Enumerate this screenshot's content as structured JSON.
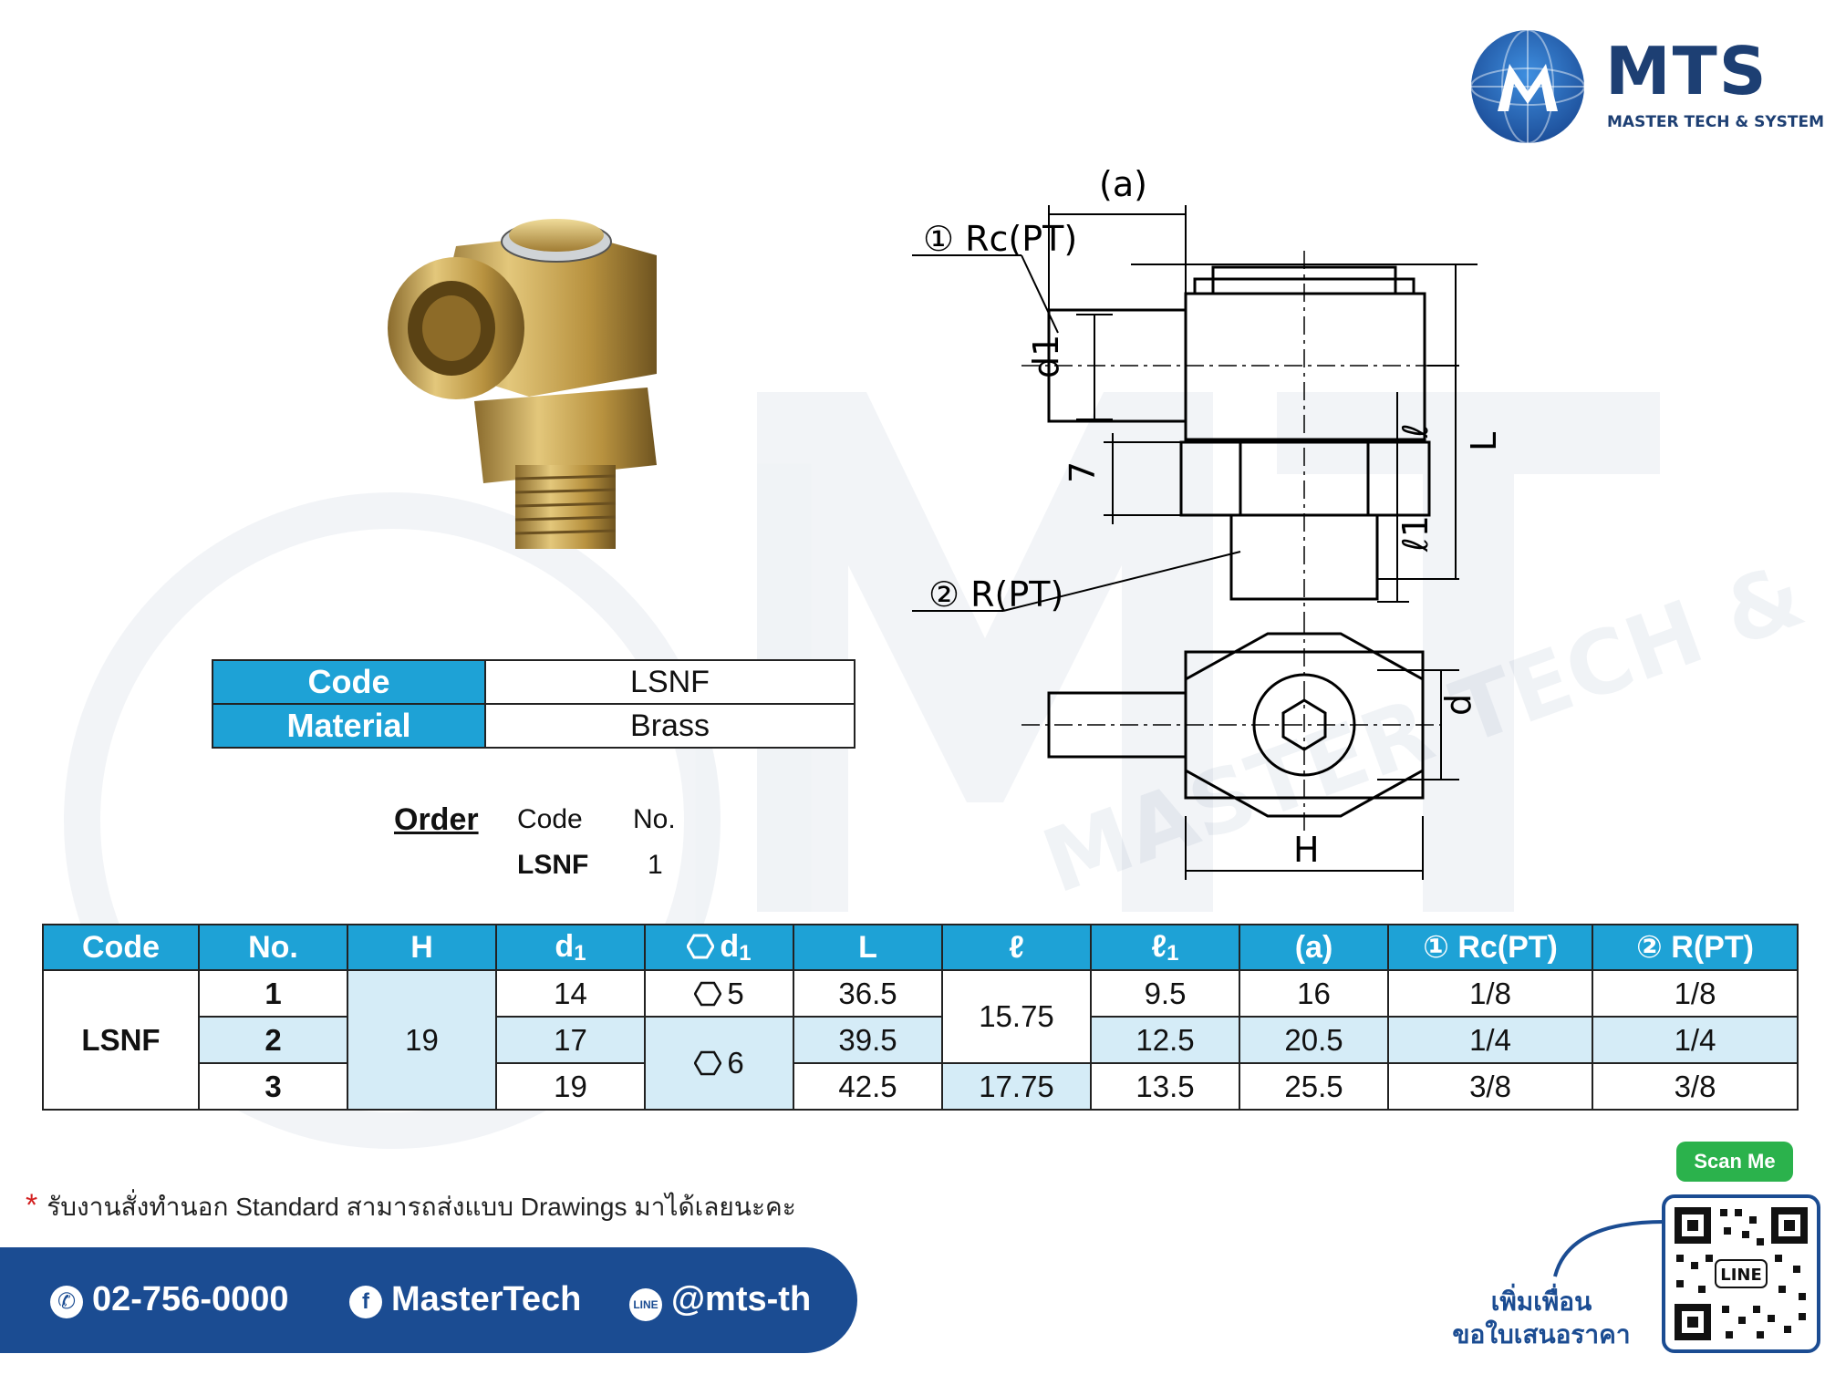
{
  "brand": {
    "name": "MTS",
    "tagline": "MASTER TECH & SYSTEMS",
    "watermark_line": "MASTER TECH & SYSTEMS",
    "primary_color": "#1d3f73",
    "accent_color": "#1ea2d6"
  },
  "drawing": {
    "rc_label": "① Rc(PT)",
    "r_label": "② R(PT)",
    "dim_a": "(a)",
    "dim_d1": "d1",
    "dim_7": "7",
    "dim_l": "ℓ",
    "dim_L": "L",
    "dim_l1": "ℓ1",
    "dim_d": "d",
    "dim_H": "H"
  },
  "spec": {
    "code_label": "Code",
    "code_value": "LSNF",
    "material_label": "Material",
    "material_value": "Brass"
  },
  "order": {
    "title": "Order",
    "code_header": "Code",
    "no_header": "No.",
    "code_value": "LSNF",
    "no_value": "1"
  },
  "table": {
    "headers": {
      "code": "Code",
      "no": "No.",
      "h": "H",
      "d1": "d",
      "d1_sub": "1",
      "hex_d1": "d",
      "hex_d1_sub": "1",
      "L": "L",
      "l": "ℓ",
      "l1": "ℓ",
      "l1_sub": "1",
      "a": "(a)",
      "rc": "① Rc(PT)",
      "r": "② R(PT)"
    },
    "code": "LSNF",
    "H": "19",
    "l_shared": "15.75",
    "hex_shared": "6",
    "rows": [
      {
        "no": "1",
        "d1": "14",
        "hex": "5",
        "L": "36.5",
        "l": "",
        "l1": "9.5",
        "a": "16",
        "rc": "1/8",
        "r": "1/8"
      },
      {
        "no": "2",
        "d1": "17",
        "hex": "",
        "L": "39.5",
        "l": "",
        "l1": "12.5",
        "a": "20.5",
        "rc": "1/4",
        "r": "1/4"
      },
      {
        "no": "3",
        "d1": "19",
        "hex": "",
        "L": "42.5",
        "l": "17.75",
        "l1": "13.5",
        "a": "25.5",
        "rc": "3/8",
        "r": "3/8"
      }
    ]
  },
  "note": {
    "text": "รับงานสั่งทำนอก Standard สามารถส่งแบบ Drawings มาได้เลยนะคะ"
  },
  "contact": {
    "phone": "02-756-0000",
    "facebook": "MasterTech",
    "line": "@mts-th",
    "phone_icon": "phone-icon",
    "facebook_icon": "facebook-icon",
    "line_icon": "line-icon",
    "bar_color": "#1b4c92"
  },
  "scan": {
    "badge": "Scan Me",
    "qr_center": "LINE",
    "add_friend_1": "เพิ่มเพื่อน",
    "add_friend_2": "ขอใบเสนอราคา"
  }
}
